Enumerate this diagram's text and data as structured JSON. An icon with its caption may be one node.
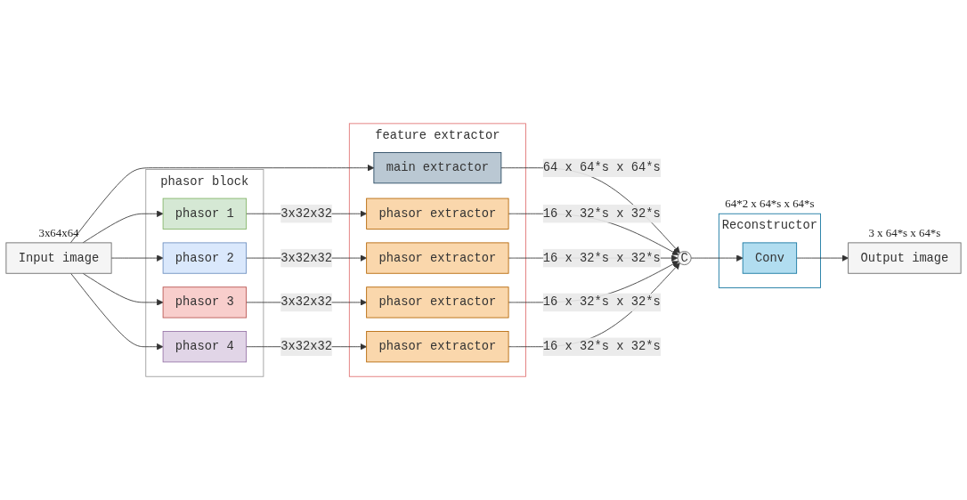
{
  "diagram": {
    "nodes": [
      {
        "text": [
          "Input image"
        ],
        "beside": [
          "3x64x64"
        ]
      },
      {
        "text": [
          "phasor block"
        ]
      },
      {
        "text": [
          "phasor 1"
        ],
        "in": 1
      },
      {
        "text": [
          "phasor 2"
        ],
        "in": 1
      },
      {
        "text": [
          "phasor 3"
        ],
        "in": 1
      },
      {
        "text": [
          "phasor 4"
        ],
        "in": 1
      },
      {
        "text": [
          "feature extractor"
        ]
      },
      {
        "text": [
          "main extractor"
        ],
        "in": 6
      },
      {
        "text": [
          "phasor extractor"
        ],
        "in": 6
      },
      {
        "text": [
          "phasor extractor"
        ],
        "in": 6
      },
      {
        "text": [
          "phasor extractor"
        ],
        "in": 6
      },
      {
        "text": [
          "phasor extractor"
        ],
        "in": 6
      },
      {
        "text": [
          "C"
        ]
      },
      {
        "text": [
          "Reconstructor"
        ],
        "beside": [
          "64*2 x 64*s x 64*s"
        ]
      },
      {
        "text": [
          "Conv"
        ],
        "in": 13
      },
      {
        "text": [
          "Output image"
        ],
        "beside": [
          "3 x 64*s x 64*s"
        ]
      }
    ],
    "edges": [
      {
        "from": 0,
        "to": 7,
        "arrow": "to"
      },
      {
        "from": 0,
        "to": 2,
        "arrow": "to"
      },
      {
        "from": 0,
        "to": 3,
        "arrow": "to"
      },
      {
        "from": 0,
        "to": 4,
        "arrow": "to"
      },
      {
        "from": 0,
        "to": 5,
        "arrow": "to"
      },
      {
        "from": 2,
        "to": 8,
        "arrow": "to",
        "label": "3x32x32"
      },
      {
        "from": 3,
        "to": 9,
        "arrow": "to",
        "label": "3x32x32"
      },
      {
        "from": 4,
        "to": 10,
        "arrow": "to",
        "label": "3x32x32"
      },
      {
        "from": 5,
        "to": 11,
        "arrow": "to",
        "label": "3x32x32"
      },
      {
        "from": 7,
        "to": 12,
        "arrow": "to",
        "label": "64 x 64*s x 64*s"
      },
      {
        "from": 8,
        "to": 12,
        "arrow": "to",
        "label": "16 x 32*s x 32*s"
      },
      {
        "from": 9,
        "to": 12,
        "arrow": "to",
        "label": "16 x 32*s x 32*s"
      },
      {
        "from": 10,
        "to": 12,
        "arrow": "to",
        "label": "16 x 32*s x 32*s"
      },
      {
        "from": 11,
        "to": 12,
        "arrow": "to",
        "label": "16 x 32*s x 32*s"
      },
      {
        "from": 12,
        "to": 14,
        "arrow": "to"
      },
      {
        "from": 14,
        "to": 15,
        "arrow": "to"
      }
    ]
  }
}
